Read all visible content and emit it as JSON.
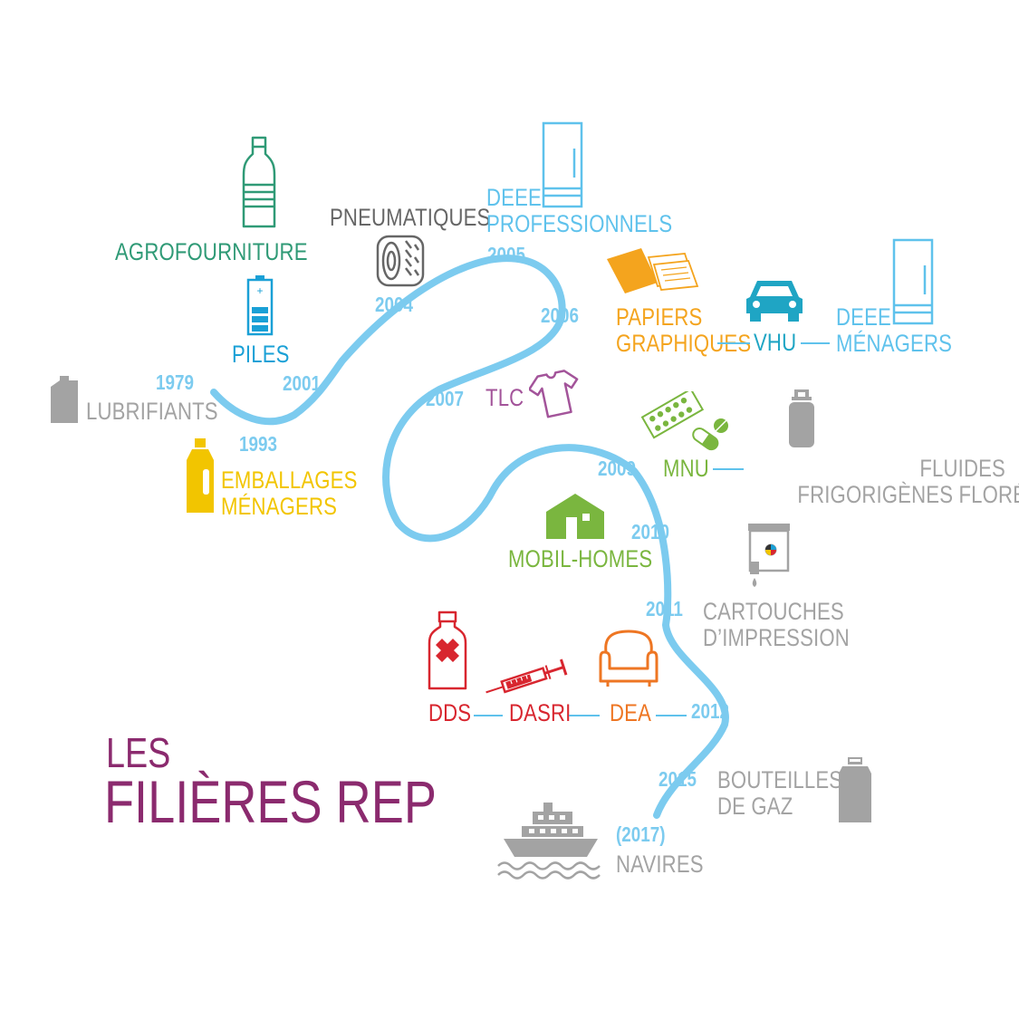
{
  "title": {
    "line1": "LES",
    "line2": "FILIÈRES REP"
  },
  "colors": {
    "river": "#7ccbef",
    "year": "#7ccbef",
    "green": "#2f9a76",
    "blue": "#1aa0d6",
    "grey": "#a3a3a3",
    "darkgrey": "#666666",
    "lightblue": "#5fc2ec",
    "orange": "#f4a41e",
    "teal": "#1fa5c4",
    "purple": "#a3549a",
    "lime": "#7ab63f",
    "yellow": "#f2c500",
    "red": "#d8262f",
    "darkorange": "#ee7623",
    "titlepurple": "#8b2a6e"
  },
  "years": [
    "1979",
    "1993",
    "2001",
    "2004",
    "2005",
    "2006",
    "2007",
    "2009",
    "2010",
    "2011",
    "2012",
    "2015",
    "(2017)"
  ],
  "items": {
    "agrofourniture": "AGROFOURNITURE",
    "piles": "PILES",
    "lubrifiants": "LUBRIFIANTS",
    "emballages": "EMBALLAGES\nMÉNAGERS",
    "pneumatiques": "PNEUMATIQUES",
    "deee_pro": "DEEE\nPROFESSIONNELS",
    "papiers": "PAPIERS\nGRAPHIQUES",
    "vhu": "VHU",
    "deee_menagers": "DEEE\nMÉNAGERS",
    "tlc": "TLC",
    "mnu": "MNU",
    "fluides": "FLUIDES\nFRIGORIGÈNES FLORÉS",
    "mobil_homes": "MOBIL-HOMES",
    "cartouches": "CARTOUCHES\nD’IMPRESSION",
    "dds": "DDS",
    "dasri": "DASRI",
    "dea": "DEA",
    "bouteilles": "BOUTEILLES\nDE GAZ",
    "navires": "NAVIRES"
  },
  "icons": [
    "bottle-icon",
    "battery-icon",
    "lubricant-can-icon",
    "detergent-bottle-icon",
    "tire-icon",
    "fridge-icon",
    "papers-icon",
    "car-icon",
    "fridge-icon",
    "tshirt-icon",
    "pills-icon",
    "gas-cylinder-icon",
    "house-icon",
    "ink-cartridge-icon",
    "poison-bottle-icon",
    "syringe-icon",
    "armchair-icon",
    "gas-bottle-icon",
    "ship-icon"
  ]
}
